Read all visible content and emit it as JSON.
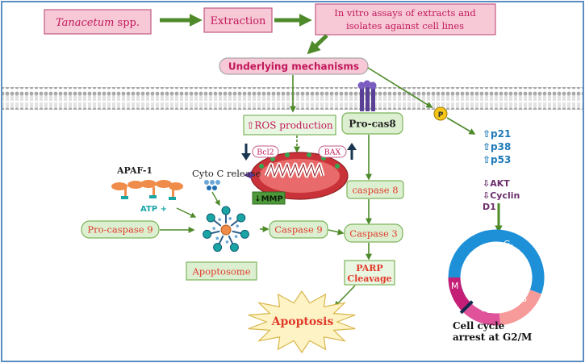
{
  "boxes": {
    "tanacetum_genus": "Tanacetum",
    "tanacetum_suffix": " spp.",
    "extraction": "Extraction",
    "invitro_line1": "In vitro assays of extracts and",
    "invitro_line2": "isolates against cell lines",
    "mechanisms": "Underlying mechanisms",
    "ros": "⇧ROS production",
    "procas8": "Pro-cas8",
    "caspase8": "caspase 8",
    "caspase3": "Caspase 3",
    "caspase9": "Caspase 9",
    "procaspase9": "Pro-caspase 9",
    "apoptosome": "Apoptosome",
    "parp_line1": "PARP",
    "parp_line2": "Cleavage",
    "apoptosis": "Apoptosis"
  },
  "labels": {
    "bcl2": "Bcl2",
    "bax": "BAX",
    "mmp": "↓MMP",
    "apaf1": "APAF-1",
    "atp": "ATP +",
    "cytoc": "Cyto C release",
    "p_badge": "P",
    "up_p21": "⇧p21",
    "up_p38": "⇧p38",
    "up_p53": "⇧p53",
    "down_akt": "⇩AKT",
    "down_cyclin": "⇩Cyclin",
    "d1": "D1",
    "phase_g1": "G",
    "phase_g1_sub": "1",
    "phase_s": "S",
    "phase_g2": "G",
    "phase_g2_sub": "2",
    "phase_m": "M",
    "arrest_line1": "Cell cycle",
    "arrest_line2": "arrest at G2/M"
  },
  "colors": {
    "frame": "#5b8ec0",
    "arrow_green": "#4e8a2a",
    "pink_box_fill": "#f7c9d6",
    "pink_box_stroke": "#c25a84",
    "pink_text": "#c2185b",
    "green_box_fill": "#dcefd0",
    "green_box_stroke": "#7cb45a",
    "red_text": "#e23a2a",
    "membrane": "#9a9a9a",
    "mito_red": "#c93238",
    "purple_receptor": "#6a4fa3",
    "blue_text": "#1f7ab8",
    "purple_text": "#6b2f6b",
    "apaf_orange": "#f08c4a",
    "teal": "#1aa5a5",
    "cycle_blue": "#1e90d8",
    "cycle_pink": "#e0539b",
    "cycle_salmon": "#f79a9a",
    "cycle_magenta": "#c41e76",
    "star_fill": "#fdf3c5",
    "star_stroke": "#d8b64a",
    "phospho": "#f5c518"
  }
}
